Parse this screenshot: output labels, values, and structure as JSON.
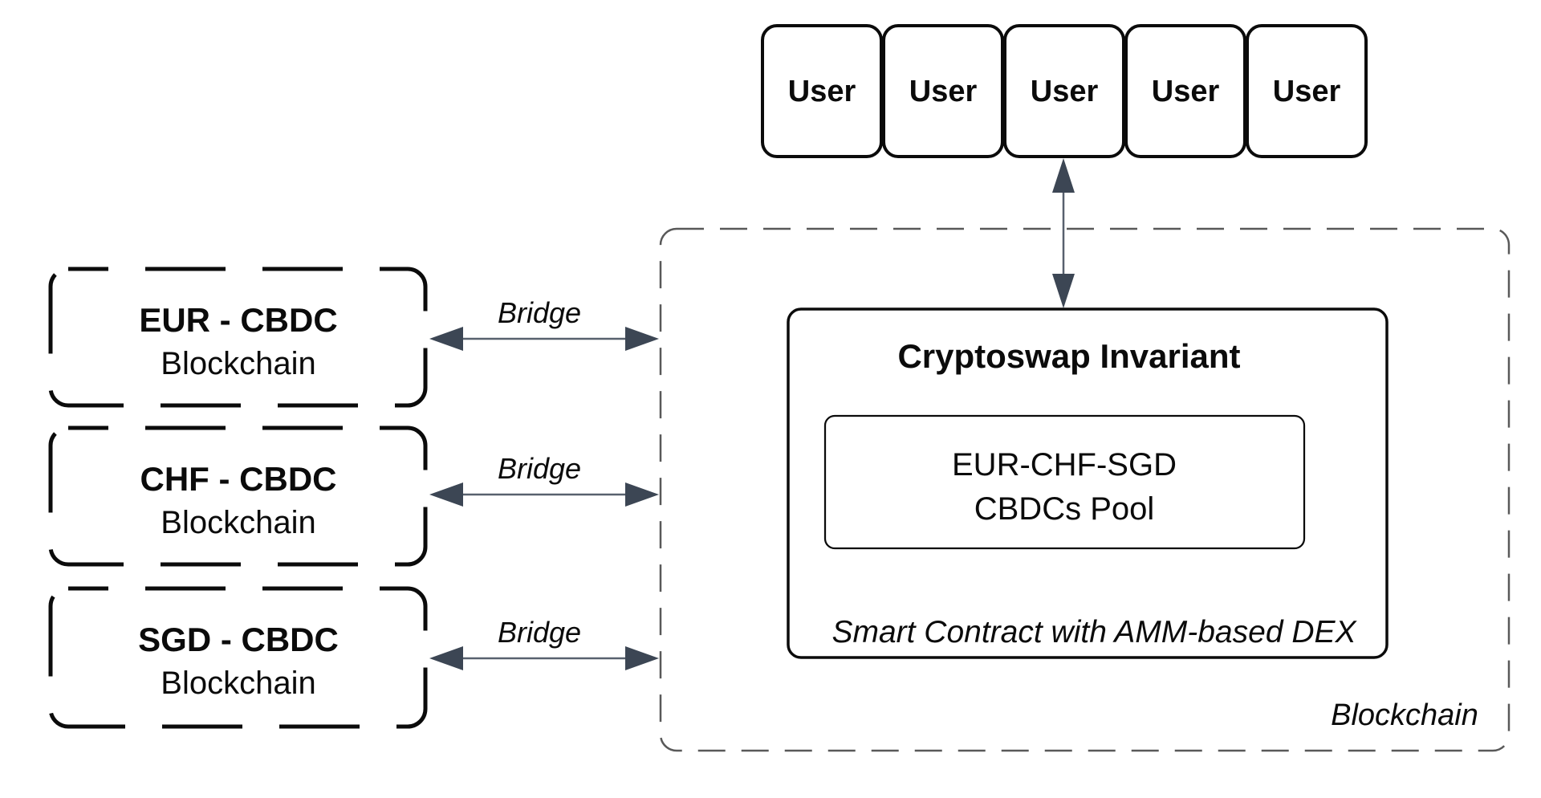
{
  "colors": {
    "background": "#ffffff",
    "node_border": "#0b0b0b",
    "container_dash": "#595959",
    "arrow_head": "#3c4654",
    "arrow_line": "#58616e",
    "text": "#0b0b0b"
  },
  "users": {
    "labels": [
      "User",
      "User",
      "User",
      "User",
      "User"
    ]
  },
  "chains": [
    {
      "name": "EUR - CBDC",
      "sub": "Blockchain"
    },
    {
      "name": "CHF - CBDC",
      "sub": "Blockchain"
    },
    {
      "name": "SGD - CBDC",
      "sub": "Blockchain"
    }
  ],
  "bridges": [
    "Bridge",
    "Bridge",
    "Bridge"
  ],
  "container": {
    "label": "Blockchain"
  },
  "contract": {
    "title": "Cryptoswap Invariant",
    "pool": {
      "line1": "EUR-CHF-SGD",
      "line2": "CBDCs Pool"
    },
    "caption": "Smart Contract with AMM-based DEX"
  }
}
